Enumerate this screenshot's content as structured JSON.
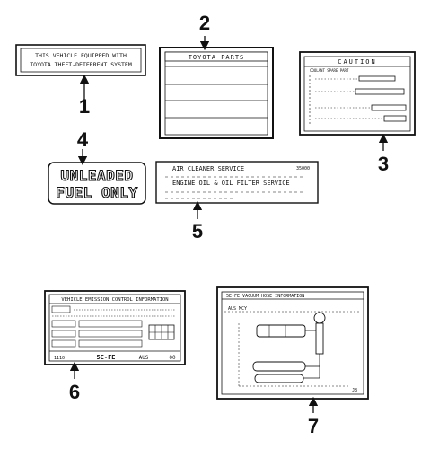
{
  "callouts": [
    "1",
    "2",
    "3",
    "4",
    "5",
    "6",
    "7"
  ],
  "labels": {
    "theft": {
      "line1": "THIS VEHICLE EQUIPPED WITH",
      "line2": "TOYOTA THEFT-DETERRENT SYSTEM"
    },
    "parts": {
      "title": "TOYOTA PARTS"
    },
    "caution": {
      "title": "CAUTION",
      "subtitle": "COOLANT SPARE PART"
    },
    "fuel": {
      "line1": "UNLEADED",
      "line2": "FUEL ONLY"
    },
    "service": {
      "line1": "AIR CLEANER SERVICE",
      "code": "35000",
      "line2": "ENGINE OIL & OIL FILTER SERVICE"
    },
    "emission": {
      "title": "VEHICLE EMISSION CONTROL INFORMATION",
      "engine": "5E-FE",
      "region": "AUS",
      "year": "00",
      "code": "1110"
    },
    "vacuum": {
      "title": "5E-FE VACUUM HOSE INFORMATION",
      "sub": "AUS MCY",
      "corner": "J8"
    }
  },
  "colors": {
    "ink": "#111111",
    "paper": "#ffffff"
  }
}
